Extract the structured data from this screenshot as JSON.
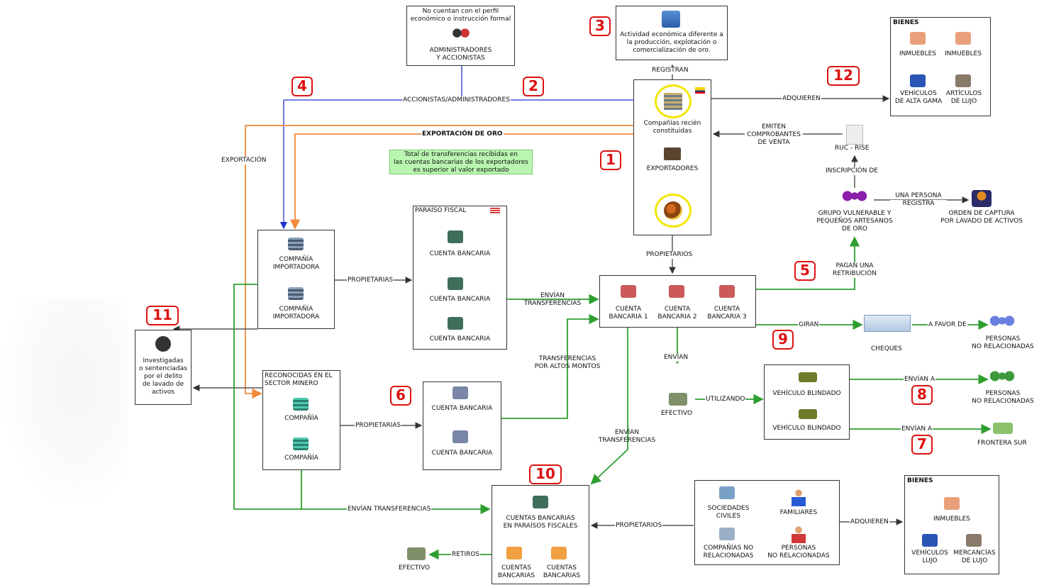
{
  "top_box": {
    "line1": "No cuentan con el perfil",
    "line2": "económico o instrucción formal",
    "label1": "ADMINISTRADORES",
    "label2": "Y ACCIONISTAS"
  },
  "activity_box": {
    "line1": "Actividad económica diferente a",
    "line2": "la producción, explotación o",
    "line3": "comercialización de oro."
  },
  "bienes_top": {
    "title": "BIENES",
    "i1": "INMUEBLES",
    "i2": "INMUEBLES",
    "v1a": "VEHÍCULOS",
    "v1b": "DE ALTA GAMA",
    "a1a": "ARTÍCULOS",
    "a1b": "DE LUJO"
  },
  "exporters_box": {
    "companias1": "Compañías recién",
    "companias2": "constituidas",
    "exportadores": "EXPORTADORES"
  },
  "labels": {
    "registran": "REGISTRAN",
    "accionistas": "ACCIONISTAS/ADMINISTRADORES",
    "exportacion_oro": "EXPORTACIÓN DE ORO",
    "exportacion": "EXPORTACIÓN",
    "adquieren_top": "ADQUIEREN",
    "emiten1": "EMITEN",
    "emiten2": "COMPROBANTES",
    "emiten3": "DE VENTA",
    "ruc": "RUC - RISE",
    "inscripcion": "INSCRIPCIÓN DE",
    "una_persona1": "UNA PERSONA",
    "una_persona2": "REGISTRA",
    "propietarios_mid": "PROPIETARIOS",
    "pagan1": "PAGAN UNA",
    "pagan2": "RETRIBUCIÓN",
    "propietarias1": "PROPIETARIAS",
    "envian_transf1": "ENVÍAN",
    "envian_transf2": "TRANSFERENCIAS",
    "giran": "GIRAN",
    "a_favor": "A FAVOR DE",
    "transf_altos1": "TRANSFERENCIAS",
    "transf_altos2": "POR ALTOS MONTOS",
    "envian": "ENVÍAN",
    "utilizando": "UTILIZANDO",
    "envian_a1": "ENVÍAN A",
    "envian_a2": "ENVÍAN A",
    "propietarias2": "PROPIETARIAS",
    "envian_transf3": "ENVÍAN",
    "envian_transf4": "TRANSFERENCIAS",
    "envian_transferencias": "ENVÍAN TRANSFERENCIAS",
    "propietarios_bottom": "PROPIETARIOS",
    "adquieren_bottom": "ADQUIEREN",
    "retiros": "RETIROS"
  },
  "green_note": {
    "line1": "Total de transferencias recibidas en",
    "line2": "las cuentas bancarias de los exportadores",
    "line3": "es superior al valor exportado"
  },
  "vulnerable": {
    "line1": "GRUPO VULNERABLE Y",
    "line2": "PEQUEÑOS ARTESANOS",
    "line3": "DE ORO"
  },
  "orden": {
    "line1": "ORDEN DE CAPTURA",
    "line2": "POR LAVADO DE ACTIVOS"
  },
  "importadora": {
    "a1": "COMPAÑÍA",
    "a2": "IMPORTADORA",
    "b1": "COMPAÑÍA",
    "b2": "IMPORTADORA"
  },
  "paraiso": {
    "title": "PARAÍSO FISCAL",
    "c1": "CUENTA BANCARIA",
    "c2": "CUENTA BANCARIA",
    "c3": "CUENTA BANCARIA"
  },
  "cuentas3": {
    "c1a": "CUENTA",
    "c1b": "BANCARIA 1",
    "c2a": "CUENTA",
    "c2b": "BANCARIA 2",
    "c3a": "CUENTA",
    "c3b": "BANCARIA 3"
  },
  "cheques": "CHEQUES",
  "personas1": {
    "a": "PERSONAS",
    "b": "NO RELACIONADAS"
  },
  "personas2": {
    "a": "PERSONAS",
    "b": "NO RELACIONADAS"
  },
  "frontera": "FRONTERA SUR",
  "investigadas": {
    "l1": "Investigadas",
    "l2": "o sentenciadas",
    "l3": "por el delito",
    "l4": "de lavado de",
    "l5": "activos"
  },
  "minero": {
    "title1": "RECONOCIDAS EN EL",
    "title2": "SECTOR MINERO",
    "c1": "COMPAÑÍA",
    "c2": "COMPAÑÍA"
  },
  "cuentas6": {
    "c1": "CUENTA BANCARIA",
    "c2": "CUENTA BANCARIA"
  },
  "efectivo_mid": "EFECTIVO",
  "blindado": {
    "v1": "VEHÍCULO BLINDADO",
    "v2": "VEHÍCULO BLINDADO"
  },
  "paraisos_fiscales": {
    "l1": "CUENTAS BANCARIAS",
    "l2": "EN PARAÍSOS FISCALES",
    "c1a": "CUENTAS",
    "c1b": "BANCARIAS",
    "c2a": "CUENTAS",
    "c2b": "BANCARIAS"
  },
  "efectivo_bottom": "EFECTIVO",
  "sociedades": {
    "s1": "SOCIEDADES",
    "s2": "CIVILES",
    "f": "FAMILIARES",
    "c1": "COMPAÑÍAS NO",
    "c2": "RELACIONADAS",
    "p1": "PERSONAS",
    "p2": "NO RELACIONADAS"
  },
  "bienes_bottom": {
    "title": "BIENES",
    "i1": "INMUEBLES",
    "v1": "VEHÍCULOS",
    "v2": "LUJO",
    "m1": "MERCANCÍAS",
    "m2": "DE LUJO"
  },
  "numbers": {
    "n1": "1",
    "n2": "2",
    "n3": "3",
    "n4": "4",
    "n5": "5",
    "n6": "6",
    "n7": "7",
    "n8": "8",
    "n9": "9",
    "n10": "10",
    "n11": "11",
    "n12": "12"
  },
  "colors": {
    "blue": "#2233cc",
    "orange": "#f08a3c",
    "green": "#2e9e2e",
    "dark": "#333333",
    "red": "#dd1111",
    "note_bg": "#b9f5b0"
  }
}
